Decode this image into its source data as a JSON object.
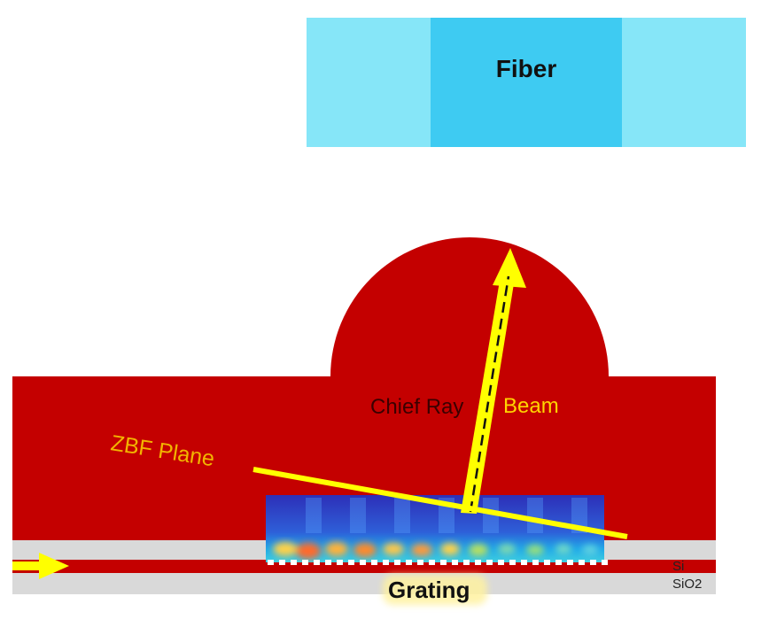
{
  "fiber": {
    "label": "Fiber"
  },
  "labels": {
    "chief_ray": "Chief Ray",
    "beam": "Beam",
    "zbf_plane": "ZBF Plane",
    "si": "Si",
    "sio2": "SiO2",
    "grating": "Grating"
  },
  "colors": {
    "cladding": "#c40000",
    "beam": "#ffff00",
    "fiber_cladding": "#86e6f8",
    "fiber_core": "#3ecbf2",
    "substrate": "#d9d9d9"
  }
}
